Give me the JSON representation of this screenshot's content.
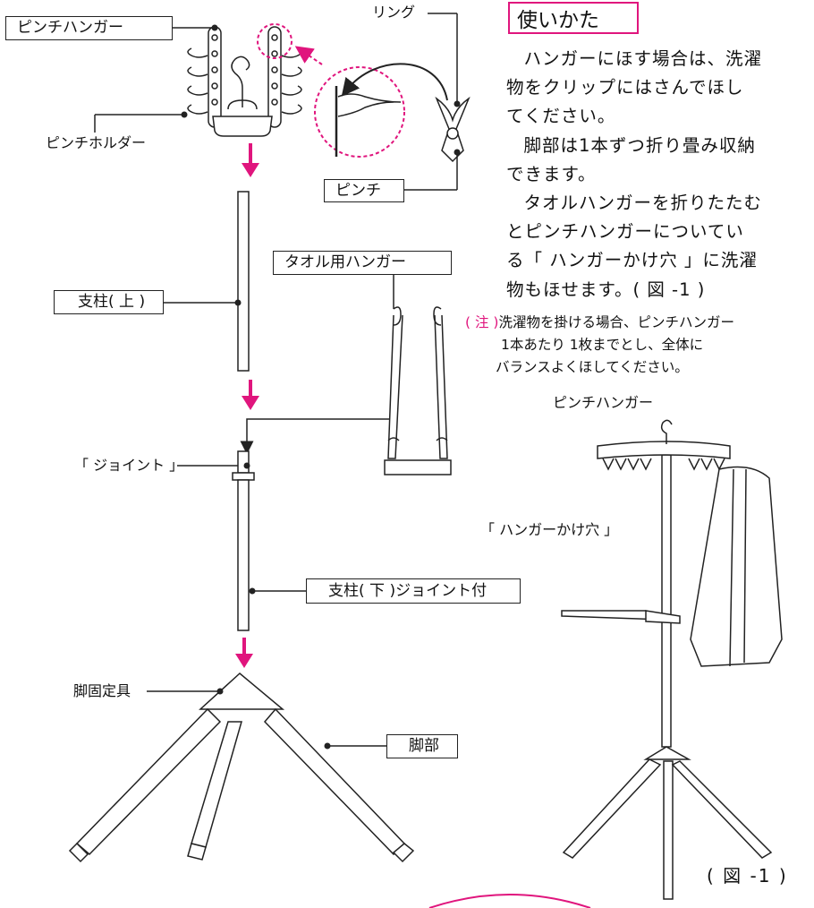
{
  "labels": {
    "pinch_hanger": "ピンチハンガー",
    "pinch_holder": "ピンチホルダー",
    "ring": "リング",
    "pinch": "ピンチ",
    "towel_hanger": "タオル用ハンガー",
    "pole_upper": "支柱( 上 )",
    "joint": "「 ジョイント 」",
    "pole_lower": "支柱( 下 )ジョイント付",
    "leg_fixture": "脚固定具",
    "leg": "脚部",
    "fig_pinch_hanger": "ピンチハンガー",
    "fig_hang_hole": "「 ハンガーかけ穴 」"
  },
  "usage": {
    "title": "使いかた",
    "lines": [
      "ハンガーにほす場合は、洗濯",
      "物をクリップにはさんでほし",
      "てください。",
      "脚部は1本ずつ折り畳み収納",
      "できます。",
      "タオルハンガーを折りたたむ",
      "とピンチハンガーについてい",
      "る「 ハンガーかけ穴 」に洗濯",
      "物もほせます。( 図 -1 )"
    ]
  },
  "note": {
    "mark": "( 注 )",
    "line1": "洗濯物を掛ける場合、ピンチハンガー",
    "line2": "1本あたり 1枚までとし、全体に",
    "line3": "バランスよくほしてください。"
  },
  "figure_caption": "( 図 -1 )",
  "colors": {
    "accent": "#e0157d",
    "line": "#222222"
  }
}
